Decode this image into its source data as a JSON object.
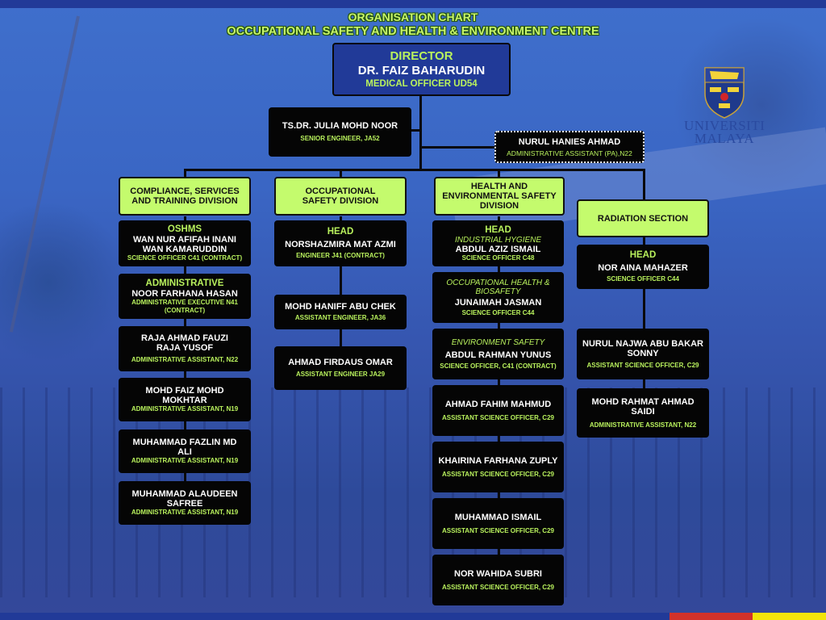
{
  "header": {
    "title_line1": "ORGANISATION CHART",
    "title_line2": "OCCUPATIONAL SAFETY AND HEALTH & ENVIRONMENT CENTRE"
  },
  "logo": {
    "line1": "UNIVERSITI",
    "line2": "MALAYA",
    "icon": "university-crest-icon"
  },
  "colors": {
    "background": "#3a66c4",
    "title_green": "#c8f56a",
    "division_green": "#c4fb6d",
    "box_black": "#050505",
    "director_blue": "#213a98",
    "accent_red": "#d2322a",
    "accent_yellow": "#f3e40a"
  },
  "director": {
    "rank": "DIRECTOR",
    "name": "DR. FAIZ BAHARUDIN",
    "post": "MEDICAL OFFICER UD54"
  },
  "senior_engineer": {
    "name": "TS.DR. JULIA MOHD NOOR",
    "post": "SENIOR ENGINEER, JA52"
  },
  "pa": {
    "name": "NURUL HANIES AHMAD",
    "post": "ADMINISTRATIVE ASSISTANT (PA),N22"
  },
  "divisions": [
    {
      "title": "COMPLIANCE, SERVICES AND TRAINING DIVISION",
      "staff": [
        {
          "rank": "OSHMS",
          "name": "WAN NUR AFIFAH INANI WAN KAMARUDDIN",
          "post": "SCIENCE OFFICER C41 (CONTRACT)"
        },
        {
          "rank": "ADMINISTRATIVE",
          "name": "NOOR FARHANA HASAN",
          "post": "ADMINISTRATIVE EXECUTIVE N41 (CONTRACT)"
        },
        {
          "name": "RAJA AHMAD FAUZI RAJA YUSOF",
          "post": "ADMINISTRATIVE ASSISTANT, N22"
        },
        {
          "name": "MOHD FAIZ MOHD MOKHTAR",
          "post": "ADMINISTRATIVE ASSISTANT, N19"
        },
        {
          "name": "MUHAMMAD FAZLIN MD ALI",
          "post": "ADMINISTRATIVE ASSISTANT, N19"
        },
        {
          "name": "MUHAMMAD ALAUDEEN SAFREE",
          "post": "ADMINISTRATIVE ASSISTANT, N19"
        }
      ]
    },
    {
      "title": "OCCUPATIONAL SAFETY DIVISION",
      "staff": [
        {
          "rank": "HEAD",
          "name": "NORSHAZMIRA MAT AZMI",
          "post": "ENGINEER J41 (CONTRACT)"
        },
        {
          "name": "MOHD HANIFF ABU CHEK",
          "post": "ASSISTANT ENGINEER, JA36"
        },
        {
          "name": "AHMAD FIRDAUS OMAR",
          "post": "ASSISTANT ENGINEER JA29"
        }
      ]
    },
    {
      "title": "HEALTH AND ENVIRONMENTAL SAFETY DIVISION",
      "staff": [
        {
          "rank": "HEAD",
          "unit": "INDUSTRIAL HYGIENE",
          "name": "ABDUL AZIZ ISMAIL",
          "post": "SCIENCE OFFICER C48"
        },
        {
          "unit": "OCCUPATIONAL HEALTH & BIOSAFETY",
          "name": "JUNAIMAH JASMAN",
          "post": "SCIENCE OFFICER C44"
        },
        {
          "unit": "ENVIRONMENT SAFETY",
          "name": "ABDUL RAHMAN YUNUS",
          "post": "SCIENCE OFFICER, C41 (CONTRACT)"
        },
        {
          "name": "AHMAD FAHIM MAHMUD",
          "post": "ASSISTANT SCIENCE OFFICER, C29"
        },
        {
          "name": "KHAIRINA FARHANA ZUPLY",
          "post": "ASSISTANT SCIENCE OFFICER, C29"
        },
        {
          "name": "MUHAMMAD ISMAIL",
          "post": "ASSISTANT SCIENCE OFFICER, C29"
        },
        {
          "name": "NOR WAHIDA SUBRI",
          "post": "ASSISTANT SCIENCE OFFICER, C29"
        }
      ]
    },
    {
      "title": "RADIATION SECTION",
      "staff": [
        {
          "rank": "HEAD",
          "name": "NOR AINA MAHAZER",
          "post": "SCIENCE OFFICER C44"
        },
        {
          "name": "NURUL NAJWA ABU BAKAR SONNY",
          "post": "ASSISTANT SCIENCE OFFICER, C29"
        },
        {
          "name": "MOHD RAHMAT AHMAD SAIDI",
          "post": "ADMINISTRATIVE ASSISTANT, N22"
        }
      ]
    }
  ]
}
